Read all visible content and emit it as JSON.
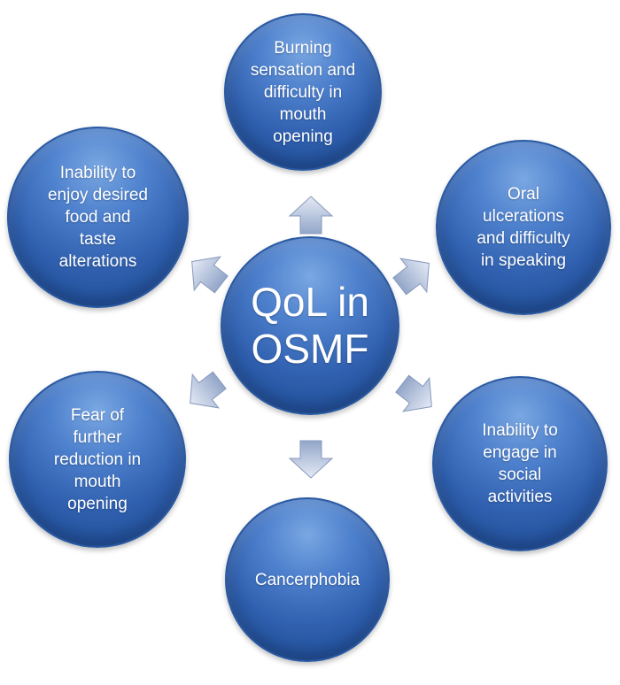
{
  "diagram": {
    "center": {
      "label": "QoL in\nOSMF"
    },
    "nodes": {
      "top": "Burning\nsensation and\ndifficulty in\nmouth\nopening",
      "upper_left": "Inability to\nenjoy desired\nfood and\ntaste\nalterations",
      "upper_right": "Oral\nulcerations\nand  difficulty\nin speaking",
      "lower_left": "Fear of\nfurther\nreduction in\nmouth\nopening",
      "lower_right": "Inability to\nengage in\nsocial\nactivities",
      "bottom": "Cancerphobia"
    },
    "colors": {
      "circle_fill": "#2f5fae",
      "circle_highlight": "#7aa7e2",
      "arrow_fill": "#a9b8d6",
      "text": "#ffffff"
    }
  }
}
